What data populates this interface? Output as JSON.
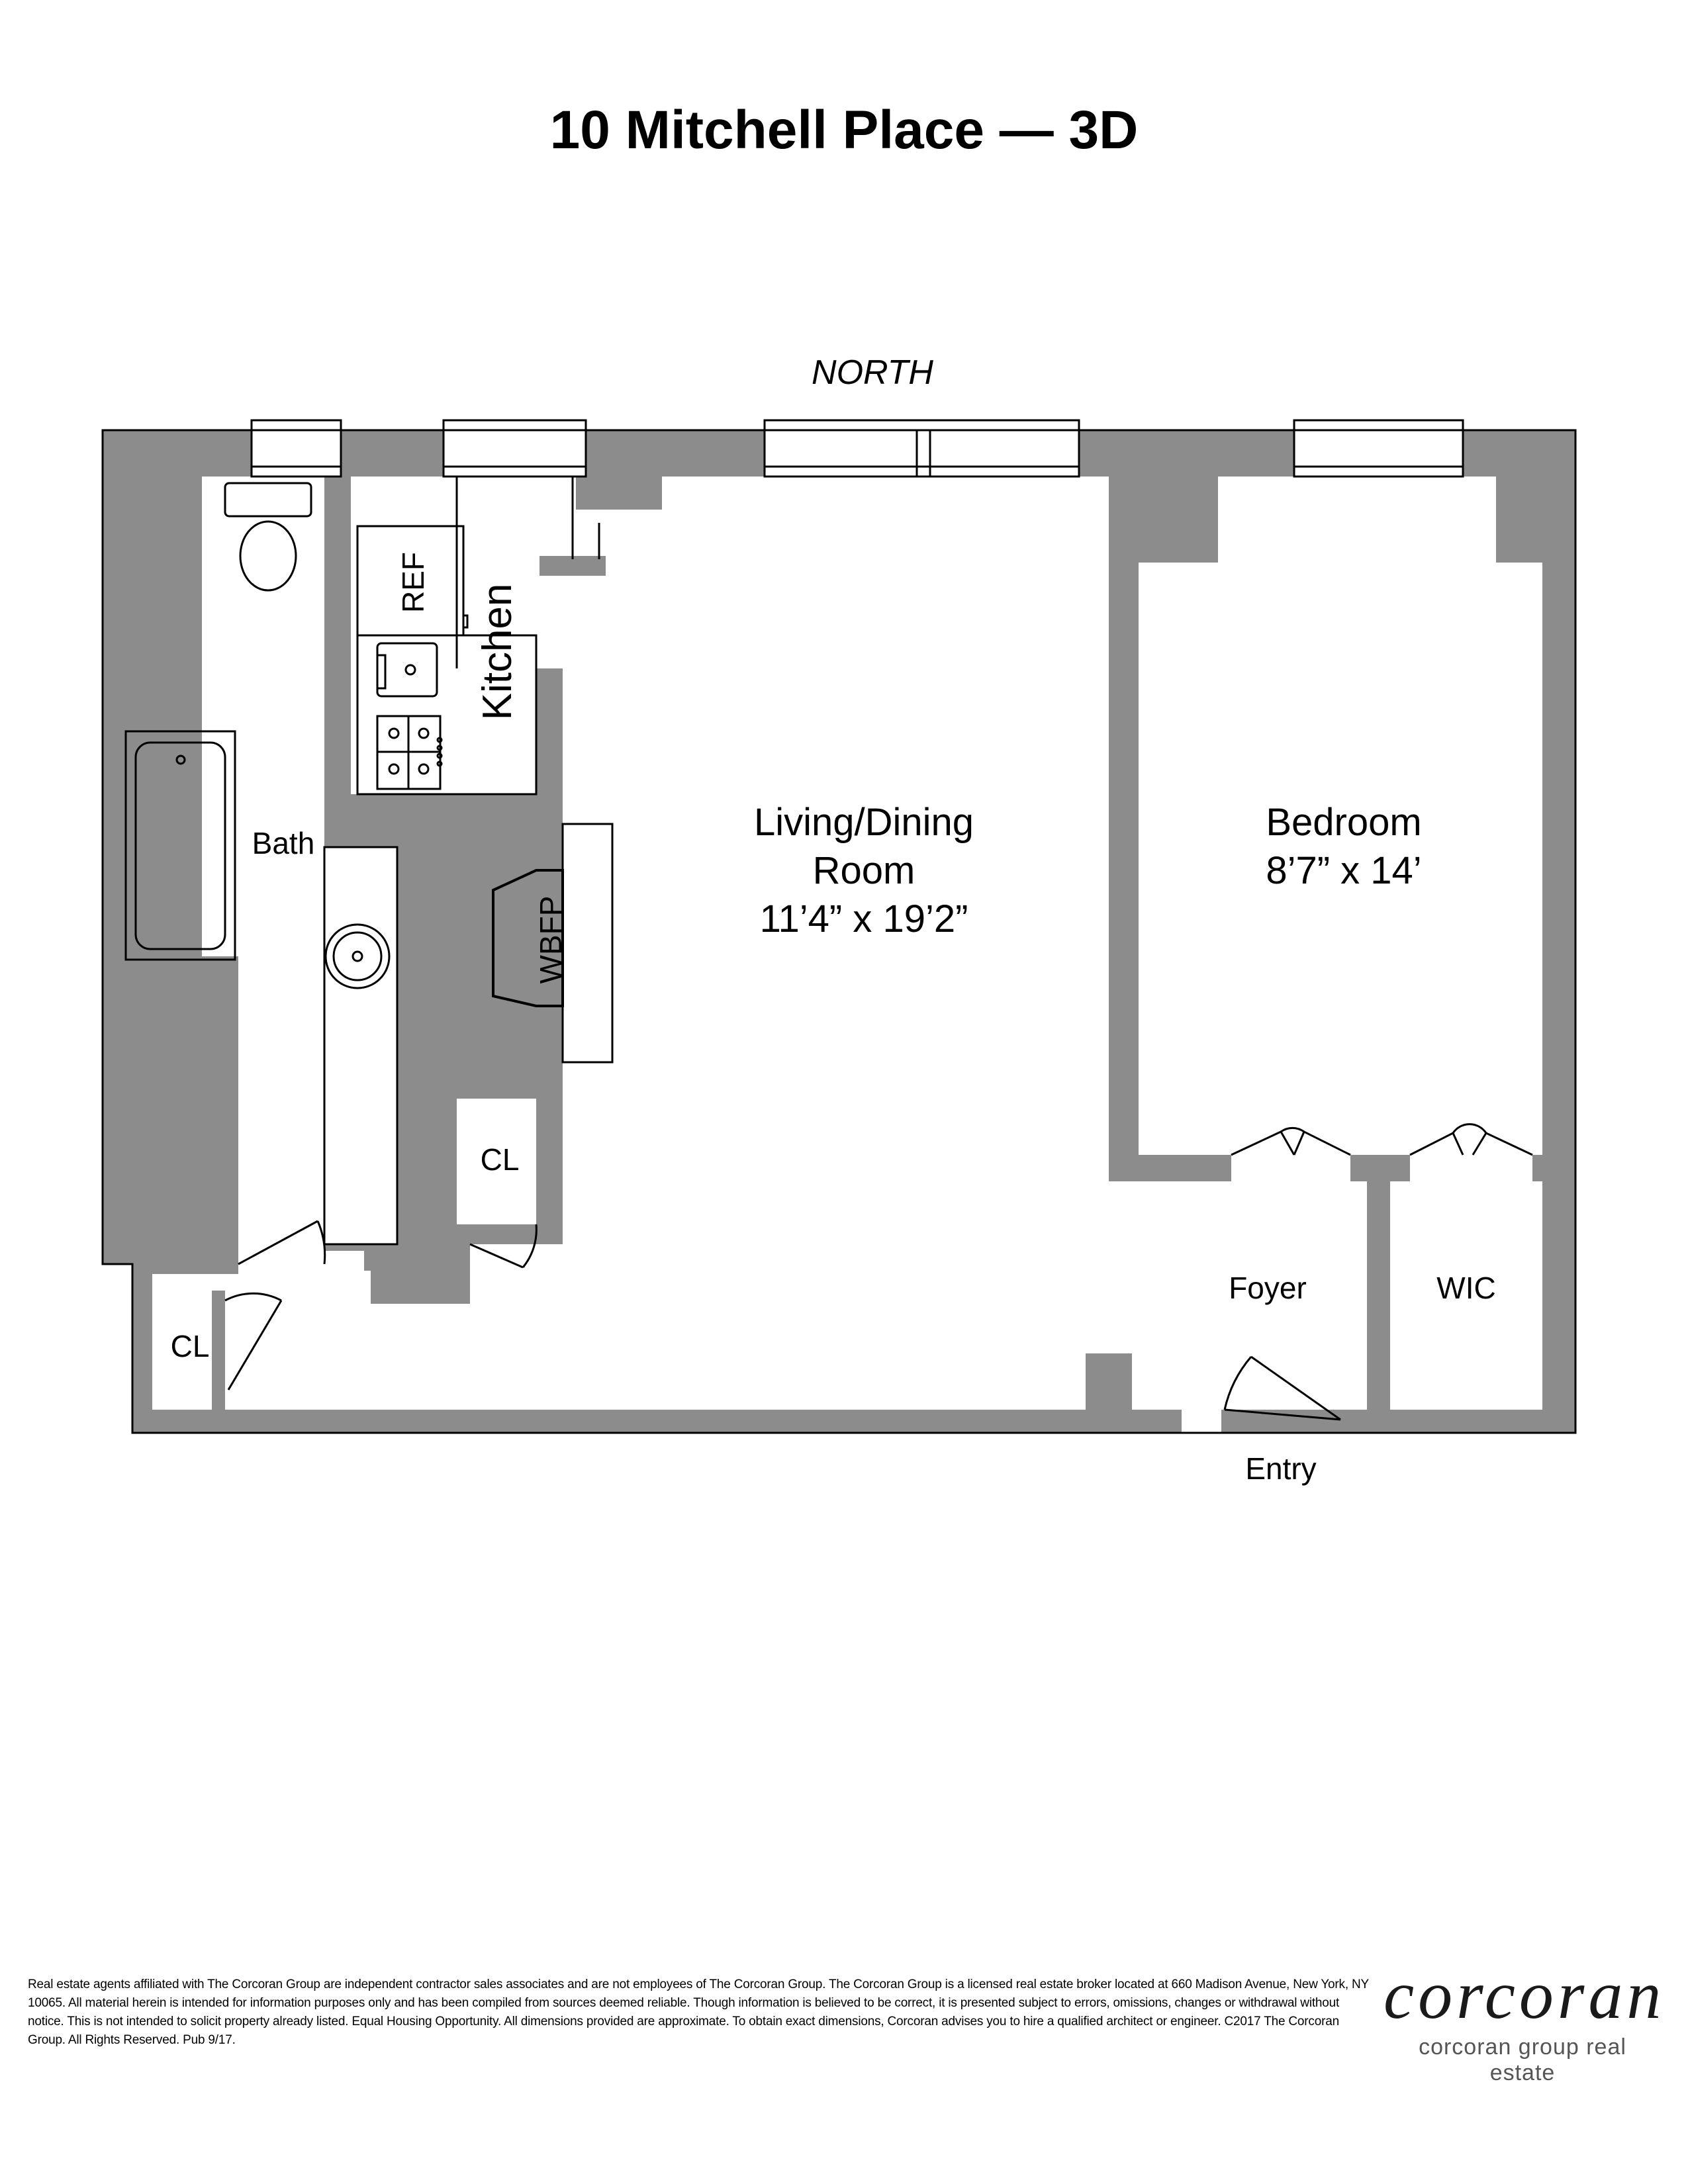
{
  "title": "10 Mitchell Place — 3D",
  "compass": "NORTH",
  "rooms": {
    "kitchen": "Kitchen",
    "ref": "REF",
    "bath": "Bath",
    "wbfp": "WBFP",
    "living_name_1": "Living/Dining",
    "living_name_2": "Room",
    "living_dims": "11’4” x 19’2”",
    "bedroom_name": "Bedroom",
    "bedroom_dims": "8’7” x 14’",
    "closet_1": "CL",
    "closet_2": "CL",
    "foyer": "Foyer",
    "wic": "WIC",
    "entry": "Entry"
  },
  "colors": {
    "wall": "#8c8c8c",
    "line": "#000000"
  },
  "disclaimer": "Real estate agents affiliated with The Corcoran Group are independent contractor sales associates and are not employees of The Corcoran Group.  The Corcoran Group is a licensed real estate broker located at 660 Madison Avenue, New York, NY 10065.  All material herein is intended for information purposes only and has been compiled from sources deemed reliable.  Though information is believed to be correct, it is presented subject to errors, omissions, changes or withdrawal without notice.  This is not intended to solicit property already listed.  Equal Housing Opportunity.  All dimensions provided are approximate.  To obtain exact dimensions, Corcoran advises you to hire a qualified architect or engineer. C2017 The Corcoran Group.  All Rights Reserved.  Pub 9/17.",
  "logo": {
    "wordmark": "corcoran",
    "tagline": "corcoran group real estate"
  }
}
